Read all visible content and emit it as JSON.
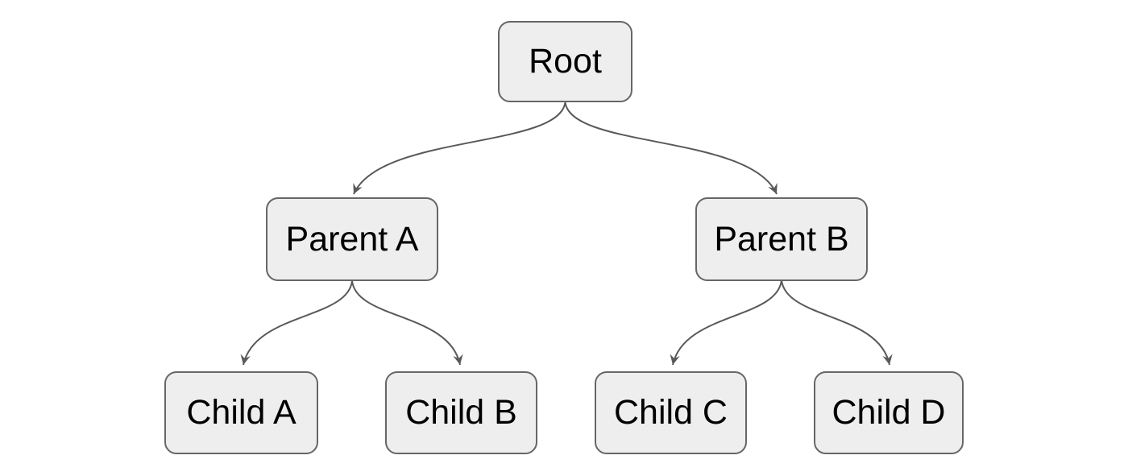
{
  "diagram": {
    "type": "tree",
    "nodes": [
      {
        "id": "root",
        "label": "Root"
      },
      {
        "id": "parent-a",
        "label": "Parent A"
      },
      {
        "id": "parent-b",
        "label": "Parent B"
      },
      {
        "id": "child-a",
        "label": "Child A"
      },
      {
        "id": "child-b",
        "label": "Child B"
      },
      {
        "id": "child-c",
        "label": "Child C"
      },
      {
        "id": "child-d",
        "label": "Child D"
      }
    ],
    "edges": [
      {
        "from": "Root",
        "to": "Parent A"
      },
      {
        "from": "Root",
        "to": "Parent B"
      },
      {
        "from": "Parent A",
        "to": "Child A"
      },
      {
        "from": "Parent A",
        "to": "Child B"
      },
      {
        "from": "Parent B",
        "to": "Child C"
      },
      {
        "from": "Parent B",
        "to": "Child D"
      }
    ],
    "colors": {
      "background": "#ffffff",
      "node_fill": "#eeeeee",
      "node_border": "#666666",
      "edge": "#595959",
      "text": "#000000"
    }
  }
}
